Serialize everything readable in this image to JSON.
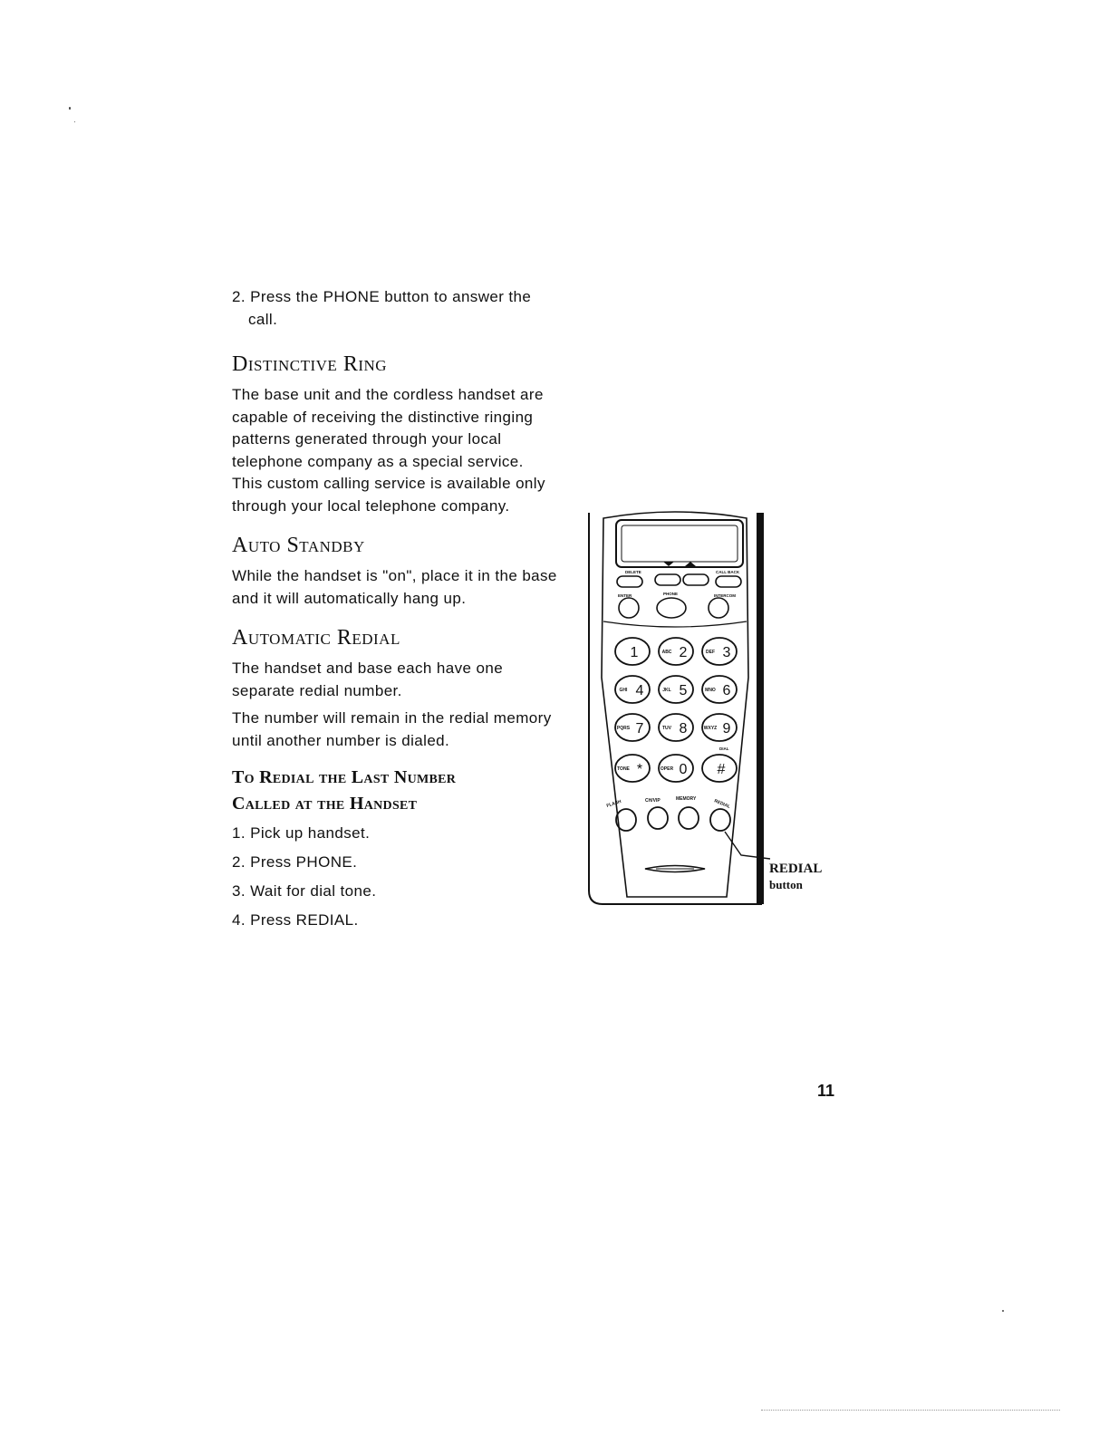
{
  "intro_step": "2. Press the PHONE button to answer the call.",
  "sections": {
    "distinctive_ring": {
      "title": "Distinctive Ring",
      "body": "The base unit and the cordless handset are capable of receiving the distinctive ringing patterns generated through your local telephone company as a special service. This custom calling service is available only through your local telephone company."
    },
    "auto_standby": {
      "title": "Auto Standby",
      "body": "While the handset is \"on\", place it in the base and it will automatically hang up."
    },
    "automatic_redial": {
      "title": "Automatic Redial",
      "body1": "The handset and base each have one separate redial number.",
      "body2": "The number will remain in the redial memory until another number is dialed."
    },
    "redial_last_number": {
      "title_line1": "To Redial the Last Number",
      "title_line2": "Called at the Handset",
      "steps": [
        "1. Pick up handset.",
        "2. Press PHONE.",
        "3. Wait for dial tone.",
        "4. Press REDIAL."
      ]
    }
  },
  "figure": {
    "callout_line1": "REDIAL",
    "callout_line2": "button",
    "function_labels": {
      "delete": "DELETE",
      "call_back": "CALL BACK",
      "enter": "ENTER",
      "phone": "PHONE",
      "intercom": "INTERCOM",
      "dial": "DIAL",
      "flash": "FLASH",
      "ch_vip": "CH/VIP",
      "memory": "MEMORY",
      "redial": "REDIAL"
    },
    "keys": [
      {
        "num": "1",
        "letters": ""
      },
      {
        "num": "2",
        "letters": "ABC"
      },
      {
        "num": "3",
        "letters": "DEF"
      },
      {
        "num": "4",
        "letters": "GHI"
      },
      {
        "num": "5",
        "letters": "JKL"
      },
      {
        "num": "6",
        "letters": "MNO"
      },
      {
        "num": "7",
        "letters": "PQRS"
      },
      {
        "num": "8",
        "letters": "TUV"
      },
      {
        "num": "9",
        "letters": "WXYZ"
      },
      {
        "num": "*",
        "letters": "TONE"
      },
      {
        "num": "0",
        "letters": "OPER"
      },
      {
        "num": "#",
        "letters": ""
      }
    ]
  },
  "page_number": "11"
}
